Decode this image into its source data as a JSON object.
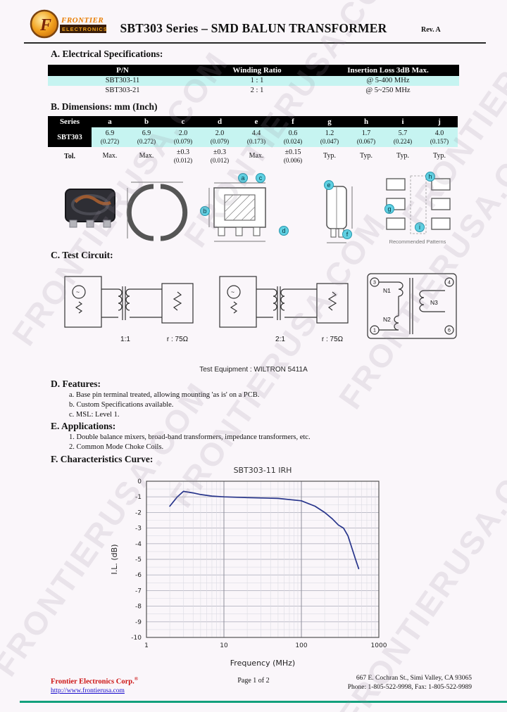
{
  "header": {
    "title": "SBT303 Series – SMD BALUN TRANSFORMER",
    "rev": "Rev. A",
    "logo_line1": "FRONTIER",
    "logo_line2": "ELECTRONICS",
    "logo_letter": "F"
  },
  "watermark": "FRONTIERUSA.COM",
  "section_a": {
    "heading": "A. Electrical Specifications:",
    "table": {
      "headers": [
        "P/N",
        "Winding Ratio",
        "Insertion Loss 3dB Max."
      ],
      "rows": [
        {
          "pn": "SBT303-11",
          "ratio": "1 : 1",
          "loss": "@ 5-400 MHz"
        },
        {
          "pn": "SBT303-21",
          "ratio": "2 : 1",
          "loss": "@ 5~250 MHz"
        }
      ]
    }
  },
  "section_b": {
    "heading": "B. Dimensions: mm (Inch)",
    "table": {
      "col_headers": [
        "Series",
        "a",
        "b",
        "c",
        "d",
        "e",
        "f",
        "g",
        "h",
        "i",
        "j"
      ],
      "series_label": "SBT303",
      "tol_label": "Tol.",
      "mm": [
        "6.9",
        "6.9",
        "2.0",
        "2.0",
        "4.4",
        "0.6",
        "1.2",
        "1.7",
        "5.7",
        "4.0"
      ],
      "inch": [
        "(0.272)",
        "(0.272)",
        "(0.079)",
        "(0.079)",
        "(0.173)",
        "(0.024)",
        "(0.047)",
        "(0.067)",
        "(0.224)",
        "(0.157)"
      ],
      "tol_top": [
        "Max.",
        "Max.",
        "±0.3",
        "±0.3",
        "Max.",
        "±0.15",
        "Typ.",
        "Typ.",
        "Typ.",
        "Typ."
      ],
      "tol_bottom": [
        "",
        "",
        "(0.012)",
        "(0.012)",
        "",
        "(0.006)",
        "",
        "",
        "",
        ""
      ]
    },
    "drawing_labels": {
      "a": "a",
      "b": "b",
      "c": "c",
      "d": "d",
      "e": "e",
      "f": "f",
      "g": "g",
      "h": "h",
      "i": "i"
    },
    "patterns_caption": "Recommended Patterns"
  },
  "section_c": {
    "heading": "C. Test Circuit:",
    "circuit1_label": "1:1",
    "circuit1_load": "r : 75Ω",
    "circuit2_label": "2:1",
    "circuit2_load": "r : 75Ω",
    "winding": {
      "pin_tl": "3",
      "pin_tr": "4",
      "pin_bl": "1",
      "pin_br": "6",
      "n1": "N1",
      "n2": "N2",
      "n3": "N3"
    },
    "equipment": "Test Equipment : WILTRON 5411A"
  },
  "section_d": {
    "heading": "D. Features:",
    "items": [
      "a.  Base pin terminal treated, allowing mounting 'as is' on a PCB.",
      "b.  Custom Specifications available.",
      "c.  MSL: Level 1."
    ]
  },
  "section_e": {
    "heading": "E. Applications:",
    "items": [
      "1.  Double balance mixers, broad-band transformers, impedance transformers, etc.",
      "2.  Common Mode Choke Coils."
    ]
  },
  "section_f": {
    "heading": "F. Characteristics Curve:"
  },
  "chart_data": {
    "type": "line",
    "title": "SBT303-11 IRH",
    "xlabel": "Frequency (MHz)",
    "ylabel": "I.L.  (dB)",
    "x_scale": "log",
    "xlim": [
      1,
      1000
    ],
    "ylim": [
      -10,
      0
    ],
    "x_ticks": [
      1,
      10,
      100,
      1000
    ],
    "y_ticks": [
      0,
      -1,
      -2,
      -3,
      -4,
      -5,
      -6,
      -7,
      -8,
      -9,
      -10
    ],
    "grid": true,
    "legend": "none",
    "series": [
      {
        "name": "SBT303-11",
        "color": "#27348b",
        "x": [
          2,
          2.5,
          3,
          4,
          5,
          7,
          10,
          20,
          50,
          100,
          150,
          200,
          250,
          300,
          350,
          400,
          450,
          500,
          550
        ],
        "y": [
          -1.6,
          -1.0,
          -0.65,
          -0.75,
          -0.85,
          -0.95,
          -1.0,
          -1.05,
          -1.1,
          -1.25,
          -1.6,
          -2.0,
          -2.4,
          -2.8,
          -3.0,
          -3.5,
          -4.3,
          -5.0,
          -5.6
        ]
      }
    ]
  },
  "footer": {
    "company": "Frontier Electronics Corp.",
    "reg_mark": "®",
    "url": "http://www.frontierusa.com",
    "page": "Page 1 of 2",
    "address": "667 E. Cochran St., Simi Valley, CA 93065",
    "phone": "Phone: 1-805-522-9998, Fax: 1-805-522-9989"
  }
}
